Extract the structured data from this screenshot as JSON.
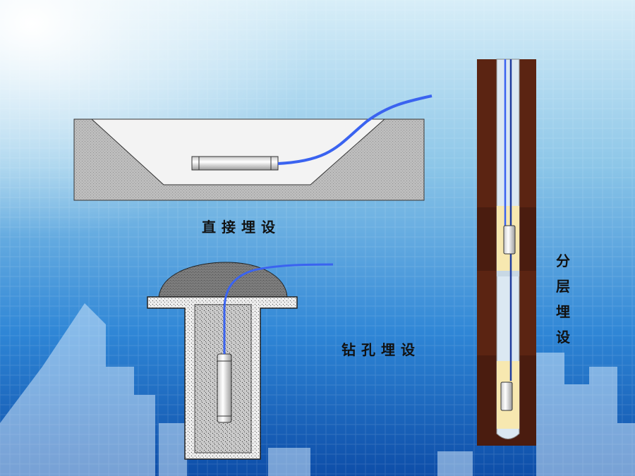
{
  "labels": {
    "direct_burial": "直接埋设",
    "borehole_burial": "钻孔埋设",
    "layered_burial": [
      "分",
      "层",
      "埋",
      "设"
    ]
  },
  "colors": {
    "sky_top": "#cfe9f6",
    "sky_bottom": "#0f5fb8",
    "cable": "#3a63f0",
    "soil_dark": "#5a2414",
    "soil_light": "#f7e8b0",
    "gray_fill": "#b9b9b9"
  },
  "icons": [
    "sun-glare",
    "city-skyline"
  ]
}
